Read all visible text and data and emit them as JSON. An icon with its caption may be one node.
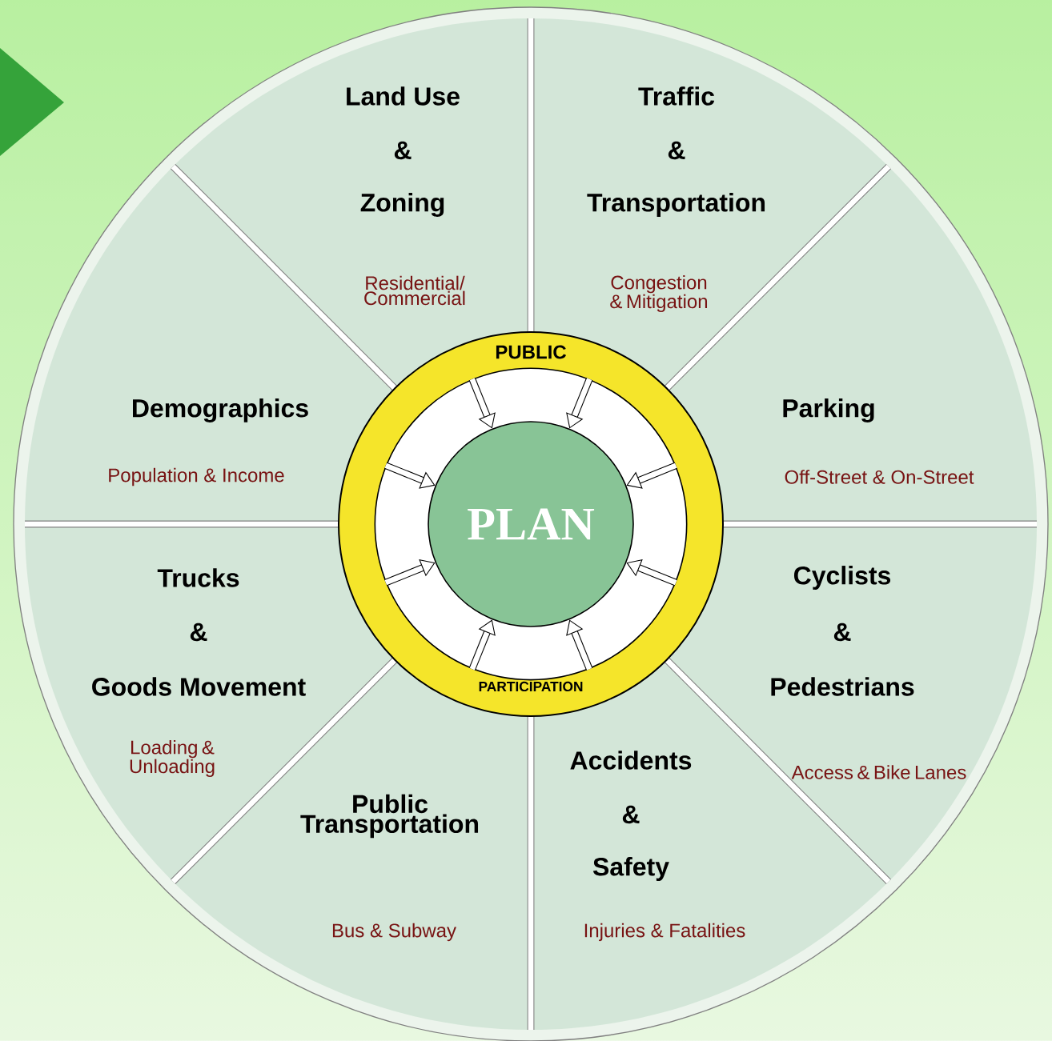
{
  "diagram": {
    "nodes": [
      {
        "text": [
          "Land Use",
          "&",
          "Zoning",
          "Residential/ Commercial"
        ]
      },
      {
        "text": [
          "Traffic",
          "&",
          "Transportation",
          "Congestion & Mitigation"
        ]
      },
      {
        "text": [
          "Demographics",
          "Population & Income"
        ]
      },
      {
        "text": [
          "PUBLIC",
          "PARTICIPATION"
        ]
      },
      {
        "text": [],
        "shape": "circle",
        "in": 3
      },
      {
        "text": [
          "PLAN"
        ],
        "in": 4
      },
      {
        "text": [
          "Parking",
          "Off-Street & On-Street"
        ]
      },
      {
        "text": [
          "Trucks",
          "&",
          "Goods Movement",
          "Loading & Unloading"
        ]
      },
      {
        "text": [
          "Cyclists",
          "&",
          "Pedestrians",
          "Access & Bike Lanes"
        ]
      },
      {
        "text": [
          "Public Transportation",
          "Bus & Subway"
        ]
      },
      {
        "text": [
          "Accidents",
          "&",
          "Safety",
          "Injuries & Fatalities"
        ]
      }
    ],
    "edges": [
      {
        "from": 4,
        "to": 5,
        "arrow": "to"
      },
      {
        "from": 4,
        "to": 5,
        "arrow": "to"
      },
      {
        "from": 4,
        "to": 5,
        "arrow": "to"
      },
      {
        "from": 4,
        "to": 5,
        "arrow": "to"
      },
      {
        "from": 4,
        "to": 5,
        "arrow": "to"
      },
      {
        "from": 4,
        "to": 5,
        "arrow": "to"
      },
      {
        "from": 4,
        "to": 5,
        "arrow": "to"
      },
      {
        "from": 4,
        "to": 5,
        "arrow": "to"
      }
    ]
  }
}
